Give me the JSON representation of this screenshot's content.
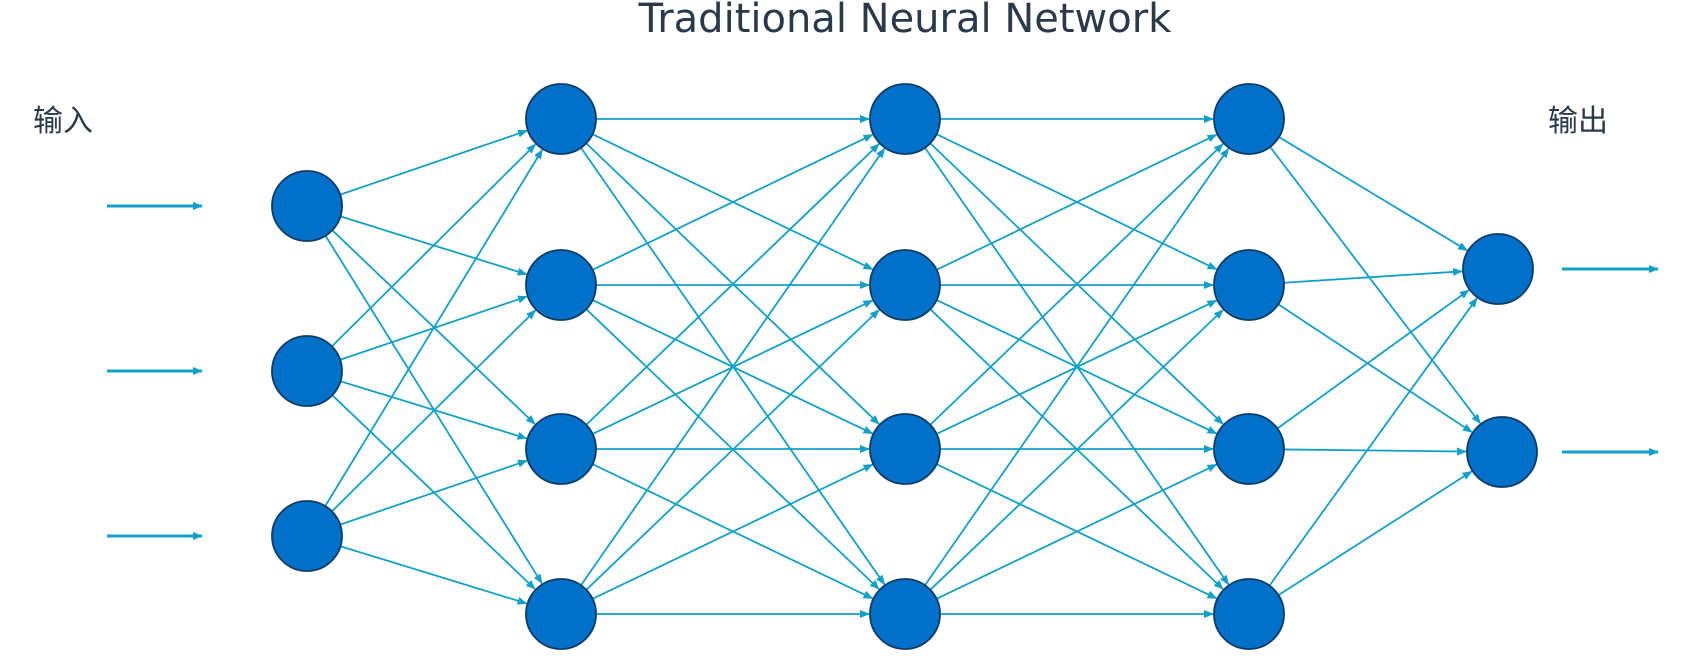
{
  "title": "Traditional Neural Network",
  "input_label": "输入",
  "output_label": "输出",
  "layers": [
    {
      "name": "input",
      "neurons": 3
    },
    {
      "name": "hidden-1",
      "neurons": 4
    },
    {
      "name": "hidden-2",
      "neurons": 4
    },
    {
      "name": "hidden-3",
      "neurons": 4
    },
    {
      "name": "output",
      "neurons": 2
    }
  ],
  "connectivity": "fully-connected",
  "colors": {
    "neuron_fill": "#0070c8",
    "neuron_stroke": "#0d3b66",
    "edge": "#12a0c8",
    "text": "#2b3a4a"
  }
}
